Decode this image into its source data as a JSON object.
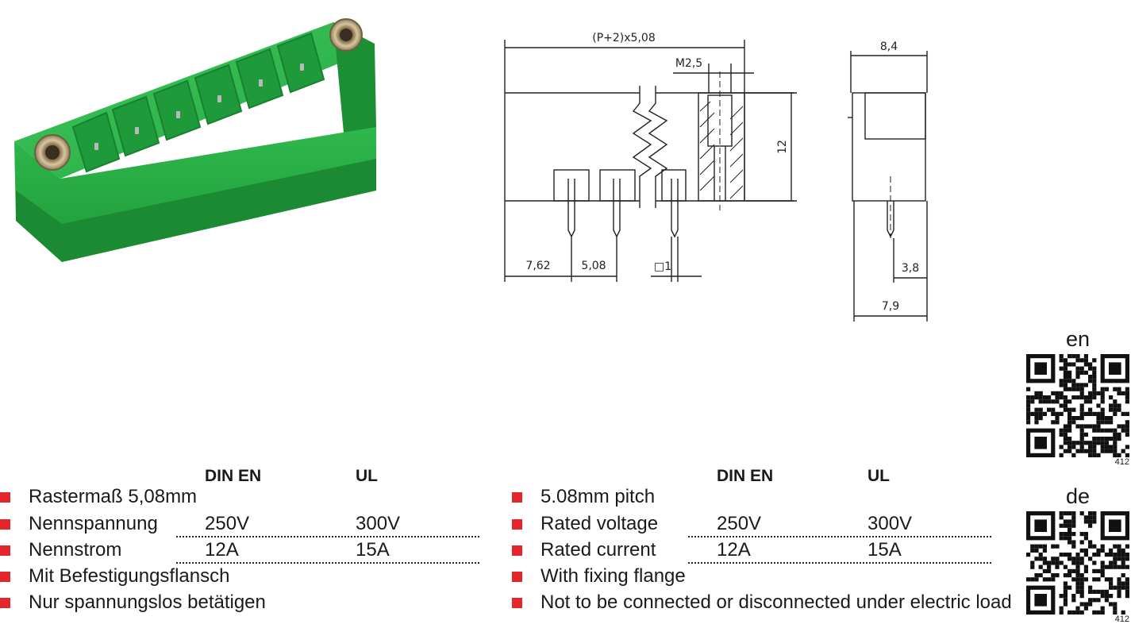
{
  "drawing": {
    "dim_width": "(P+2)x5,08",
    "dim_thread": "M2,5",
    "dim_height": "12",
    "dim_depth_top": "8,4",
    "dim_offset": "7,62",
    "dim_pitch": "5,08",
    "dim_pin": "□1",
    "dim_pin_len": "3,8",
    "dim_depth_bottom": "7,9"
  },
  "specs_de": {
    "col1": "DIN EN",
    "col2": "UL",
    "rows": [
      {
        "label": "Rastermaß 5,08mm"
      },
      {
        "label": "Nennspannung",
        "v1": "250V",
        "v2": "300V"
      },
      {
        "label": "Nennstrom",
        "v1": "12A",
        "v2": "15A"
      },
      {
        "label": "Mit Befestigungsflansch"
      },
      {
        "label": "Nur spannungslos betätigen"
      }
    ]
  },
  "specs_en": {
    "col1": "DIN EN",
    "col2": "UL",
    "rows": [
      {
        "label": "5.08mm pitch"
      },
      {
        "label": "Rated voltage",
        "v1": "250V",
        "v2": "300V"
      },
      {
        "label": "Rated current",
        "v1": "12A",
        "v2": "15A"
      },
      {
        "label": "With fixing flange"
      },
      {
        "label": "Not to be connected or disconnected under electric load"
      }
    ]
  },
  "qr": [
    {
      "lang": "en",
      "num": "412"
    },
    {
      "lang": "de",
      "num": "412"
    }
  ],
  "colors": {
    "bullet": "#e3262b",
    "connector": "#2db34a"
  }
}
